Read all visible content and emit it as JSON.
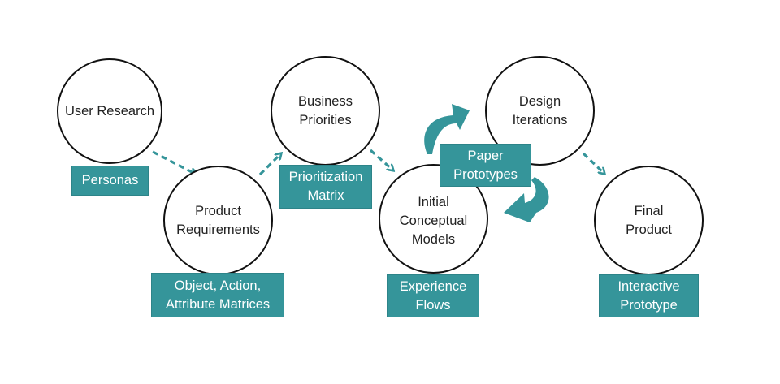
{
  "colors": {
    "accent": "#35959a",
    "circle_stroke": "#111111",
    "text": "#222222"
  },
  "steps": [
    {
      "label": "User Research",
      "artifact": "Personas"
    },
    {
      "label": "Product\nRequirements",
      "artifact": "Object, Action,\nAttribute Matrices"
    },
    {
      "label": "Business\nPriorities",
      "artifact": "Prioritization\nMatrix"
    },
    {
      "label": "Initial\nConceptual\nModels",
      "artifact": "Experience\nFlows"
    },
    {
      "label": "Design\nIterations",
      "artifact": "Paper\nPrototypes"
    },
    {
      "label": "Final\nProduct",
      "artifact": "Interactive\nPrototype"
    }
  ],
  "connectors": [
    {
      "from": "User Research",
      "to": "Product Requirements",
      "style": "dashed-arrow"
    },
    {
      "from": "Product Requirements",
      "to": "Business Priorities",
      "style": "dashed-arrow"
    },
    {
      "from": "Business Priorities",
      "to": "Initial Conceptual Models",
      "style": "dashed-arrow"
    },
    {
      "from": "Initial Conceptual Models",
      "to": "Design Iterations",
      "style": "curved-arrow"
    },
    {
      "from": "Design Iterations",
      "to": "Initial Conceptual Models",
      "style": "curved-arrow"
    },
    {
      "from": "Design Iterations",
      "to": "Final Product",
      "style": "dashed-arrow"
    }
  ]
}
